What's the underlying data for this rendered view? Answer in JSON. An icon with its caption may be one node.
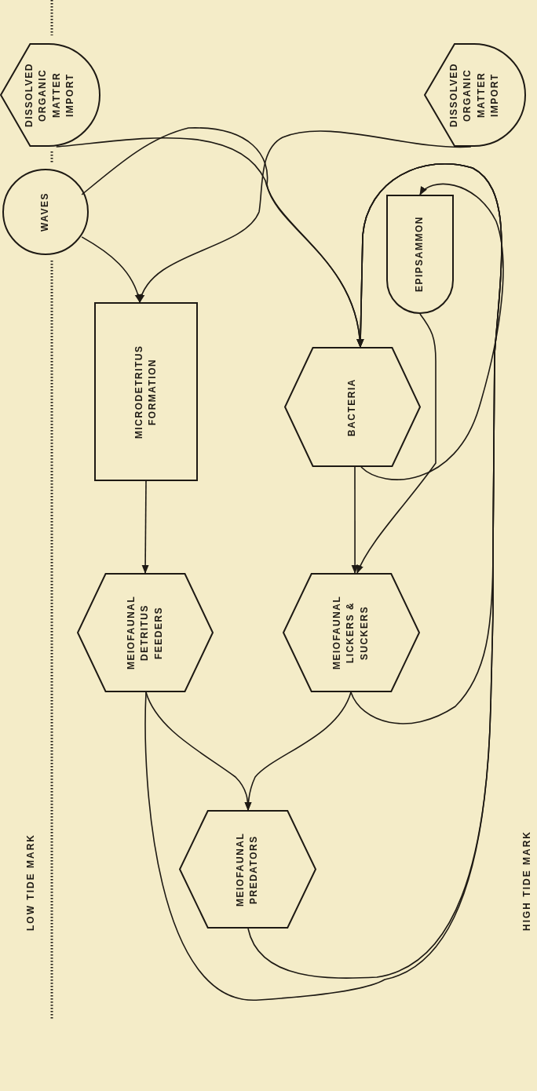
{
  "diagram": {
    "nodes": [
      {
        "text": [
          "DISSOLVED ORGANIC MATTER IMPORT"
        ]
      },
      {
        "text": [
          "WAVES"
        ]
      },
      {
        "text": [
          "DISSOLVED ORGANIC MATTER IMPORT"
        ]
      },
      {
        "text": [
          "MICRODETRITUS FORMATION"
        ]
      },
      {
        "text": [
          "EPIPSAMMON"
        ]
      },
      {
        "text": [
          "BACTERIA"
        ]
      },
      {
        "text": [
          "MEIOFAUNAL DETRITUS FEEDERS"
        ]
      },
      {
        "text": [
          "MEIOFAUNAL LICKERS & SUCKERS"
        ]
      },
      {
        "text": [
          "MEIOFAUNAL PREDATORS"
        ]
      }
    ],
    "edges": [
      {
        "from": 0,
        "to": 5,
        "arrow": "to"
      },
      {
        "from": 1,
        "to": 5,
        "arrow": "to"
      },
      {
        "from": 2,
        "to": 3,
        "arrow": "to"
      },
      {
        "from": 1,
        "to": 3,
        "arrow": "to"
      },
      {
        "from": 3,
        "to": 6,
        "arrow": "to"
      },
      {
        "from": 5,
        "to": 7,
        "arrow": "to"
      },
      {
        "from": 4,
        "to": 7,
        "arrow": "to"
      },
      {
        "from": 5,
        "to": 4,
        "arrow": "to"
      },
      {
        "from": 6,
        "to": 8,
        "arrow": "to"
      },
      {
        "from": 7,
        "to": 8,
        "arrow": "to"
      },
      {
        "from": 7,
        "to": 5,
        "arrow": "to"
      },
      {
        "from": 8,
        "to": 5,
        "arrow": "to"
      },
      {
        "from": 6,
        "to": 5,
        "arrow": "to"
      }
    ],
    "labels": [
      "LOW TIDE MARK",
      "HIGH TIDE MARK"
    ]
  }
}
